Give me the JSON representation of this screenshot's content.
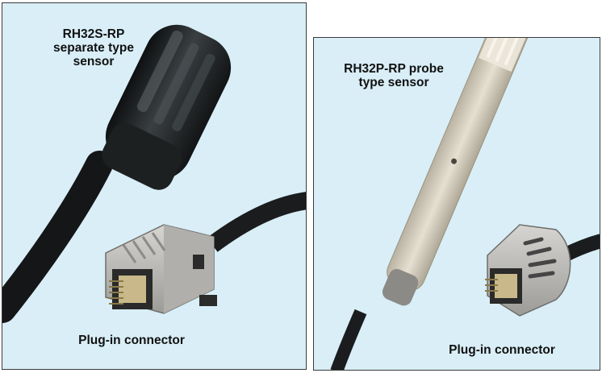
{
  "left_panel": {
    "sensor_label": "RH32S-RP\nseparate type\nsensor",
    "connector_label": "Plug-in connector"
  },
  "right_panel": {
    "sensor_label": "RH32P-RP probe\ntype sensor",
    "connector_label": "Plug-in connector"
  },
  "colors": {
    "panel_background": "#d9eef7",
    "panel_border": "#3a3a3a",
    "sensor_black": "#222526",
    "probe_beige": "#d8d2c4",
    "connector_gray": "#bdbcb8"
  }
}
